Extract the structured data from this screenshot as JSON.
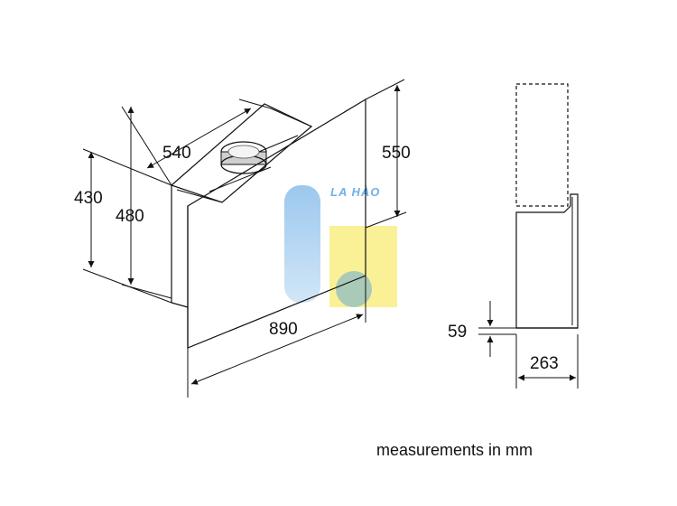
{
  "dimensions": {
    "width_top": "540",
    "height_left": "430",
    "height_mid": "480",
    "height_right": "550",
    "width_front": "890",
    "side_bottom": "59",
    "side_depth": "263"
  },
  "caption": "measurements in mm",
  "watermark": {
    "text": "LA HÀO",
    "colors": {
      "blue": "#4a9be0",
      "yellow": "#f5e642"
    }
  }
}
